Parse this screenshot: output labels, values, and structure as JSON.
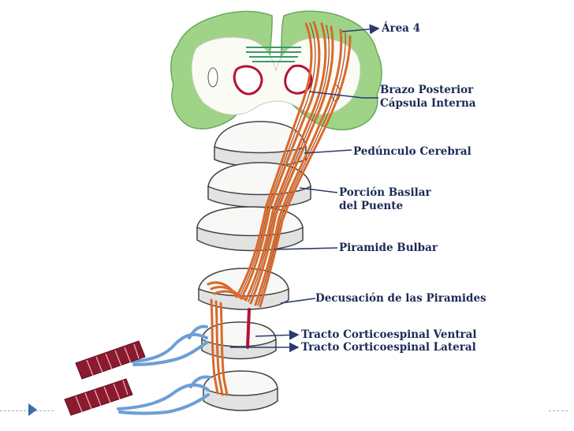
{
  "diagram": {
    "labels": {
      "area4": "Área 4",
      "brazo1": "Brazo Posterior",
      "brazo2": "Cápsula Interna",
      "peduncle": "Pedúnculo Cerebral",
      "basilar1": "Porción Basilar",
      "basilar2": "del Puente",
      "piramide": "Piramide Bulbar",
      "decusacion": "Decusación de las Piramides",
      "ventral": "Tracto Corticoespinal Ventral",
      "lateral": "Tracto Corticoespinal Lateral"
    },
    "colors": {
      "cortex_green": "#9fd488",
      "tract_orange": "#d86a2a",
      "tract_dark": "#a8431c",
      "ventral_red": "#b3123a",
      "nerve_blue": "#6c9fd6",
      "muscle_red": "#8c1a2f",
      "label_navy": "#1b2a55",
      "arrow_navy": "#2a3a70"
    }
  },
  "slide": {
    "nav_icon": "next-slide-arrow"
  }
}
